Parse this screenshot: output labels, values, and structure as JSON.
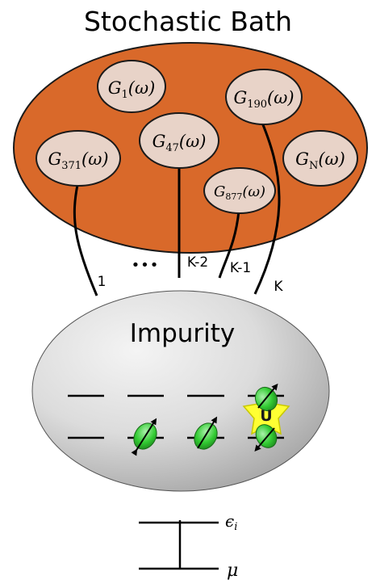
{
  "title": "Stochastic Bath",
  "bath": {
    "fill": "#d9692a",
    "node_fill": "#e8d3c8",
    "nodes": [
      {
        "id": "g1",
        "base": "G",
        "sub": "1",
        "arg": "(ω)"
      },
      {
        "id": "g190",
        "base": "G",
        "sub": "190",
        "arg": "(ω)"
      },
      {
        "id": "g47",
        "base": "G",
        "sub": "47",
        "arg": "(ω)"
      },
      {
        "id": "g371",
        "base": "G",
        "sub": "371",
        "arg": "(ω)"
      },
      {
        "id": "gN",
        "base": "G",
        "sub": "N",
        "arg": "(ω)"
      },
      {
        "id": "g877",
        "base": "G",
        "sub": "877",
        "arg": "(ω)"
      }
    ]
  },
  "connections": {
    "labels": [
      "1",
      "K-2",
      "K-1",
      "K"
    ],
    "ellipsis": "•••"
  },
  "impurity": {
    "label": "Impurity",
    "interaction_label": "U",
    "spin_color": "#33cc33",
    "star_color": "#ffff33"
  },
  "levels": {
    "epsilon": "ϵ",
    "epsilon_sub": "i",
    "mu": "μ"
  }
}
